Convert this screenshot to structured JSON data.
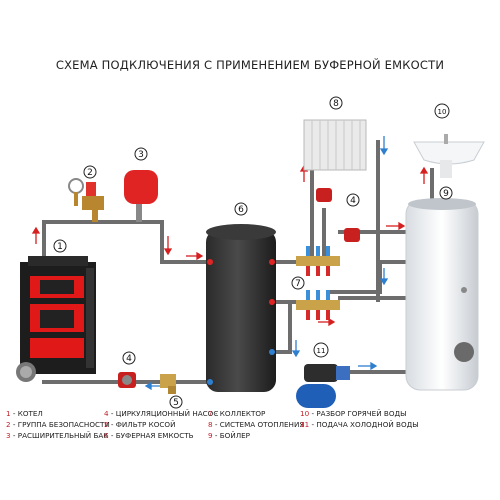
{
  "title": "СХЕМА ПОДКЛЮЧЕНИЯ С ПРИМЕНЕНИЕМ БУФЕРНОЙ ЕМКОСТИ",
  "markers": [
    "1",
    "2",
    "3",
    "4",
    "5",
    "6",
    "7",
    "8",
    "9",
    "10",
    "11"
  ],
  "legend": {
    "col1": [
      {
        "num": "1",
        "text": " - КОТЕЛ"
      },
      {
        "num": "2",
        "text": " - ГРУППА БЕЗОПАСНОСТИ"
      },
      {
        "num": "3",
        "text": " - РАСШИРИТЕЛЬНЫЙ БАК"
      }
    ],
    "col2": [
      {
        "num": "4",
        "text": " - ЦИРКУЛЯЦИОННЫЙ НАСОС"
      },
      {
        "num": "5",
        "text": " - ФИЛЬТР КОСОЙ"
      },
      {
        "num": "6",
        "text": " - БУФЕРНАЯ ЕМКОСТЬ"
      }
    ],
    "col3": [
      {
        "num": "7",
        "text": " - КОЛЛЕКТОР"
      },
      {
        "num": "8",
        "text": " - СИСТЕМА ОТОПЛЕНИЯ"
      },
      {
        "num": "9",
        "text": " - БОЙЛЕР"
      }
    ],
    "col4": [
      {
        "num": "10",
        "text": " - РАЗБОР ГОРЯЧЕЙ ВОДЫ"
      },
      {
        "num": "11",
        "text": " - ПОДАЧА ХОЛОДНОЙ ВОДЫ"
      }
    ]
  }
}
